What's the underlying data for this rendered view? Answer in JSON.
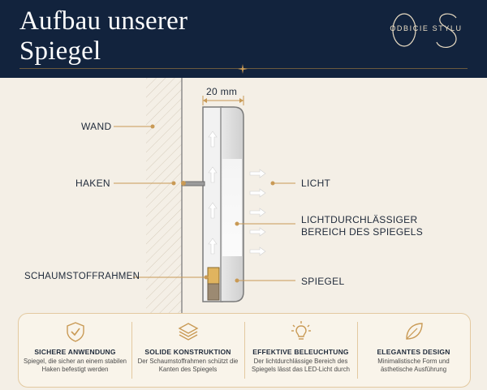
{
  "header": {
    "title_line1": "Aufbau unserer",
    "title_line2": "Spiegel",
    "logo_letters": "OS",
    "logo_text": "ODBICIE STYLU"
  },
  "diagram": {
    "dimension": "20 mm",
    "labels": {
      "wand": "WAND",
      "haken": "HAKEN",
      "licht": "LICHT",
      "lichtdurch_line1": "LICHTDURCHLÄSSIGER",
      "lichtdurch_line2": "BEREICH DES SPIEGELS",
      "schaumstoff": "SCHAUMSTOFFRAHMEN",
      "spiegel": "SPIEGEL"
    }
  },
  "features": [
    {
      "icon": "shield-check-icon",
      "title": "SICHERE ANWENDUNG",
      "desc": "Spiegel, die sicher an einem stabilen Haken befestigt werden"
    },
    {
      "icon": "layers-icon",
      "title": "SOLIDE KONSTRUKTION",
      "desc": "Der Schaumstoffrahmen schützt die Kanten des Spiegels"
    },
    {
      "icon": "lightbulb-icon",
      "title": "EFFEKTIVE BELEUCHTUNG",
      "desc": "Der lichtdurchlässige Bereich des Spiegels lässt das LED-Licht durch"
    },
    {
      "icon": "leaf-icon",
      "title": "ELEGANTES DESIGN",
      "desc": "Minimalistische Form und ästhetische Ausführung"
    }
  ],
  "colors": {
    "navy": "#12233d",
    "gold": "#c99a55",
    "cream": "#f4efe6"
  }
}
